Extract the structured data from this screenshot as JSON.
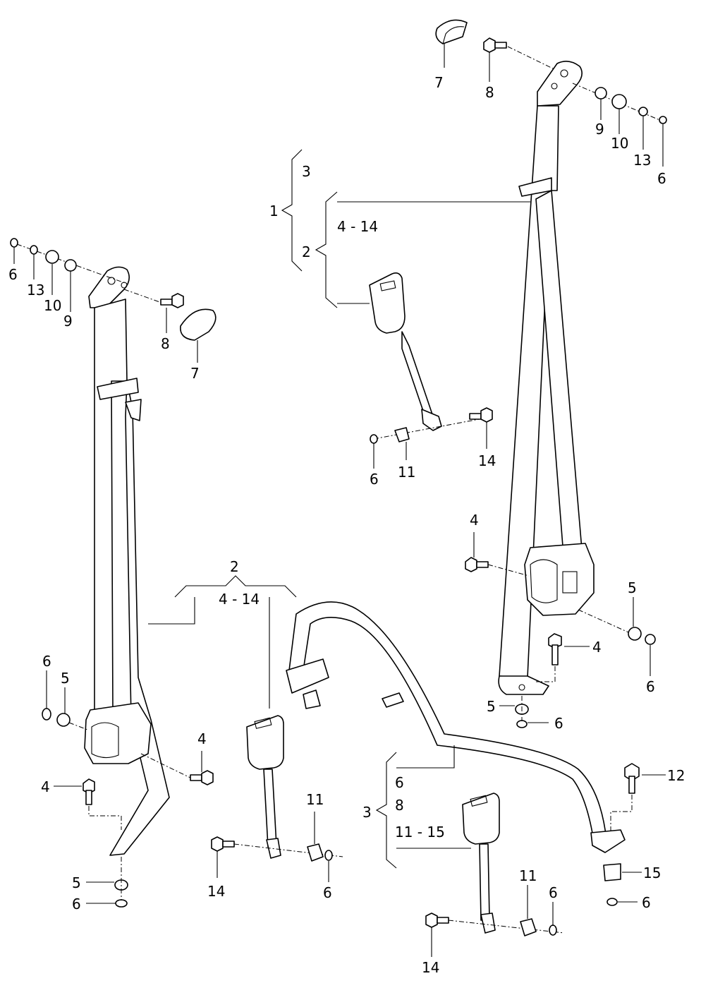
{
  "callouts": {
    "c1": "1",
    "c2_top": "2",
    "c3_top": "3",
    "range_4_14_top": "4 - 14",
    "c2_mid": "2",
    "range_4_14_mid": "4 - 14",
    "c3_bottom": "3",
    "c6_group": "6",
    "c8_group": "8",
    "range_11_15": "11 - 15"
  },
  "labels": {
    "tr_7": "7",
    "tr_8": "8",
    "tr_9": "9",
    "tr_10": "10",
    "tr_13": "13",
    "tr_6": "6",
    "tl_6": "6",
    "tl_13": "13",
    "tl_10": "10",
    "tl_9": "9",
    "tl_8": "8",
    "tl_7": "7",
    "tc_6": "6",
    "tc_11": "11",
    "tc_14": "14",
    "rr_4a": "4",
    "rr_5a": "5",
    "rr_4b": "4",
    "rr_6a": "6",
    "rr_5b": "5",
    "rr_6b": "6",
    "ll_6": "6",
    "ll_5": "5",
    "ll_4a": "4",
    "ll_4b": "4",
    "ll_5b": "5",
    "ll_6b": "6",
    "cb_11": "11",
    "cb_14": "14",
    "cb_6": "6",
    "bb_12": "12",
    "bb_15": "15",
    "bb_6": "6",
    "bc_11": "11",
    "bc_6": "6",
    "bc_14": "14"
  }
}
